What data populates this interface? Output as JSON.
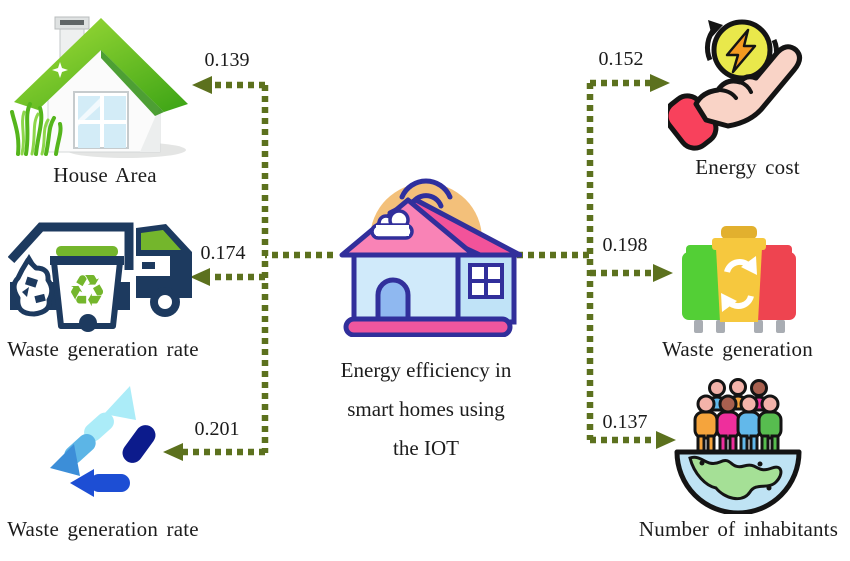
{
  "figure": {
    "center": {
      "icon": "smart-home-iot-icon",
      "title_lines": [
        "Energy efficiency in",
        "smart homes using",
        "the IOT"
      ]
    },
    "left_nodes": [
      {
        "label": "House Area",
        "weight": "0.139",
        "icon": "green-house-icon"
      },
      {
        "label": "Waste generation rate",
        "weight": "0.174",
        "icon": "garbage-truck-icon"
      },
      {
        "label": "Waste generation rate",
        "weight": "0.201",
        "icon": "recycle-arrows-icon"
      }
    ],
    "right_nodes": [
      {
        "label": "Energy cost",
        "weight": "0.152",
        "icon": "energy-cost-hand-icon"
      },
      {
        "label": "Waste generation",
        "weight": "0.198",
        "icon": "waste-bins-icon"
      },
      {
        "label": "Number of inhabitants",
        "weight": "0.137",
        "icon": "globe-people-icon"
      }
    ],
    "colors": {
      "connector": "#5c711e",
      "text": "#1c1c1c",
      "background": "#ffffff"
    }
  }
}
